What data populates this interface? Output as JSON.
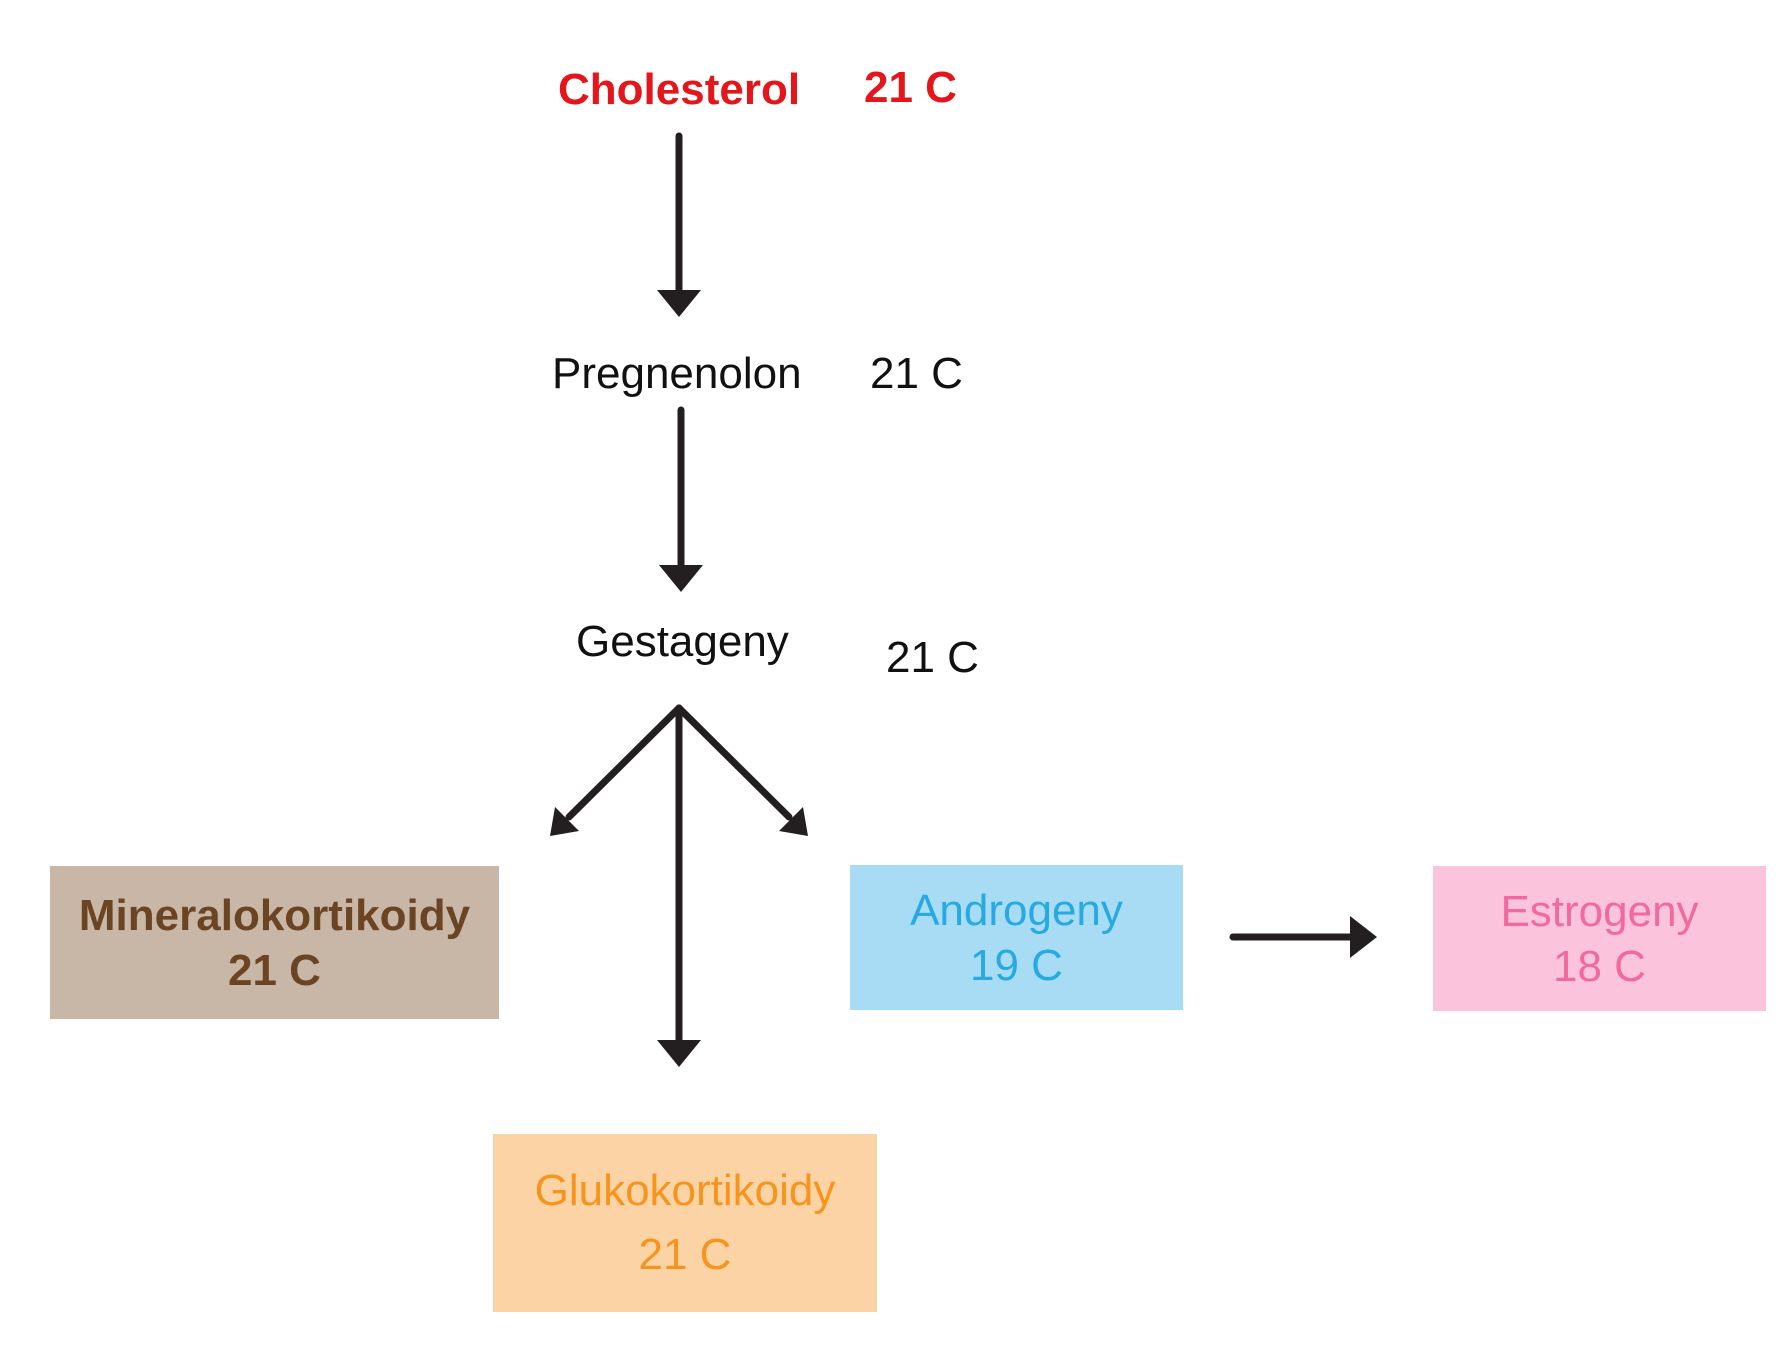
{
  "diagram": {
    "nodes": {
      "cholesterol": {
        "name": "Cholesterol",
        "carbons": "21 C",
        "color": "#e3161b"
      },
      "pregnenolon": {
        "name": "Pregnenolon",
        "carbons": "21 C",
        "color": "#111111"
      },
      "gestageny": {
        "name": "Gestageny",
        "carbons": "21 C",
        "color": "#111111"
      },
      "mineralokortikoidy": {
        "name": "Mineralokortikoidy",
        "carbons": "21 C",
        "color": "#6b4423",
        "background": "#c8b6a6"
      },
      "glukokortikoidy": {
        "name": "Glukokortikoidy",
        "carbons": "21 C",
        "color": "#f7941d",
        "background": "#fcd3a5"
      },
      "androgeny": {
        "name": "Androgeny",
        "carbons": "19 C",
        "color": "#27a9e1",
        "background": "#a8dcf4"
      },
      "estrogeny": {
        "name": "Estrogeny",
        "carbons": "18 C",
        "color": "#f06a9e",
        "background": "#fcc4dc"
      }
    },
    "edges": [
      {
        "from": "cholesterol",
        "to": "pregnenolon"
      },
      {
        "from": "pregnenolon",
        "to": "gestageny"
      },
      {
        "from": "gestageny",
        "to": "mineralokortikoidy"
      },
      {
        "from": "gestageny",
        "to": "glukokortikoidy"
      },
      {
        "from": "gestageny",
        "to": "androgeny"
      },
      {
        "from": "androgeny",
        "to": "estrogeny"
      }
    ],
    "arrow_color": "#231f20"
  }
}
